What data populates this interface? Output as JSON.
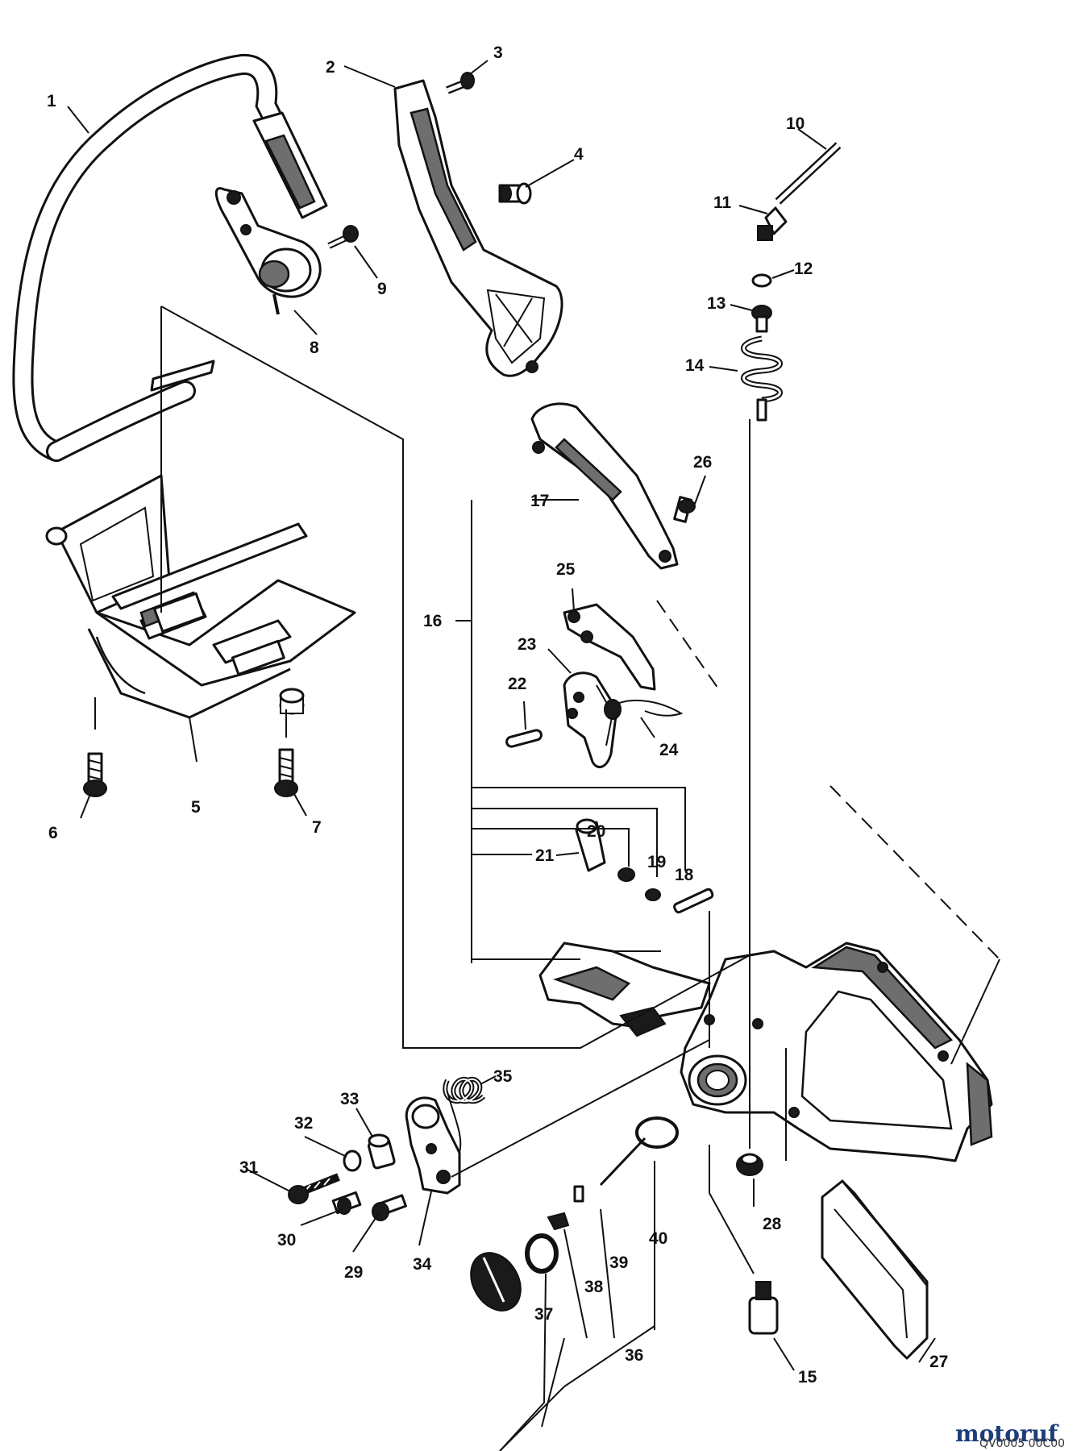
{
  "callouts": [
    "1",
    "2",
    "3",
    "4",
    "5",
    "6",
    "7",
    "8",
    "9",
    "10",
    "11",
    "12",
    "13",
    "14",
    "15",
    "16",
    "17",
    "18",
    "19",
    "20",
    "21",
    "22",
    "23",
    "24",
    "25",
    "26",
    "27",
    "28",
    "29",
    "30",
    "31",
    "32",
    "33",
    "34",
    "35",
    "36",
    "37",
    "38",
    "39",
    "40"
  ],
  "watermark": {
    "brand": "motoruf",
    "code": "QV0005 00C00"
  }
}
